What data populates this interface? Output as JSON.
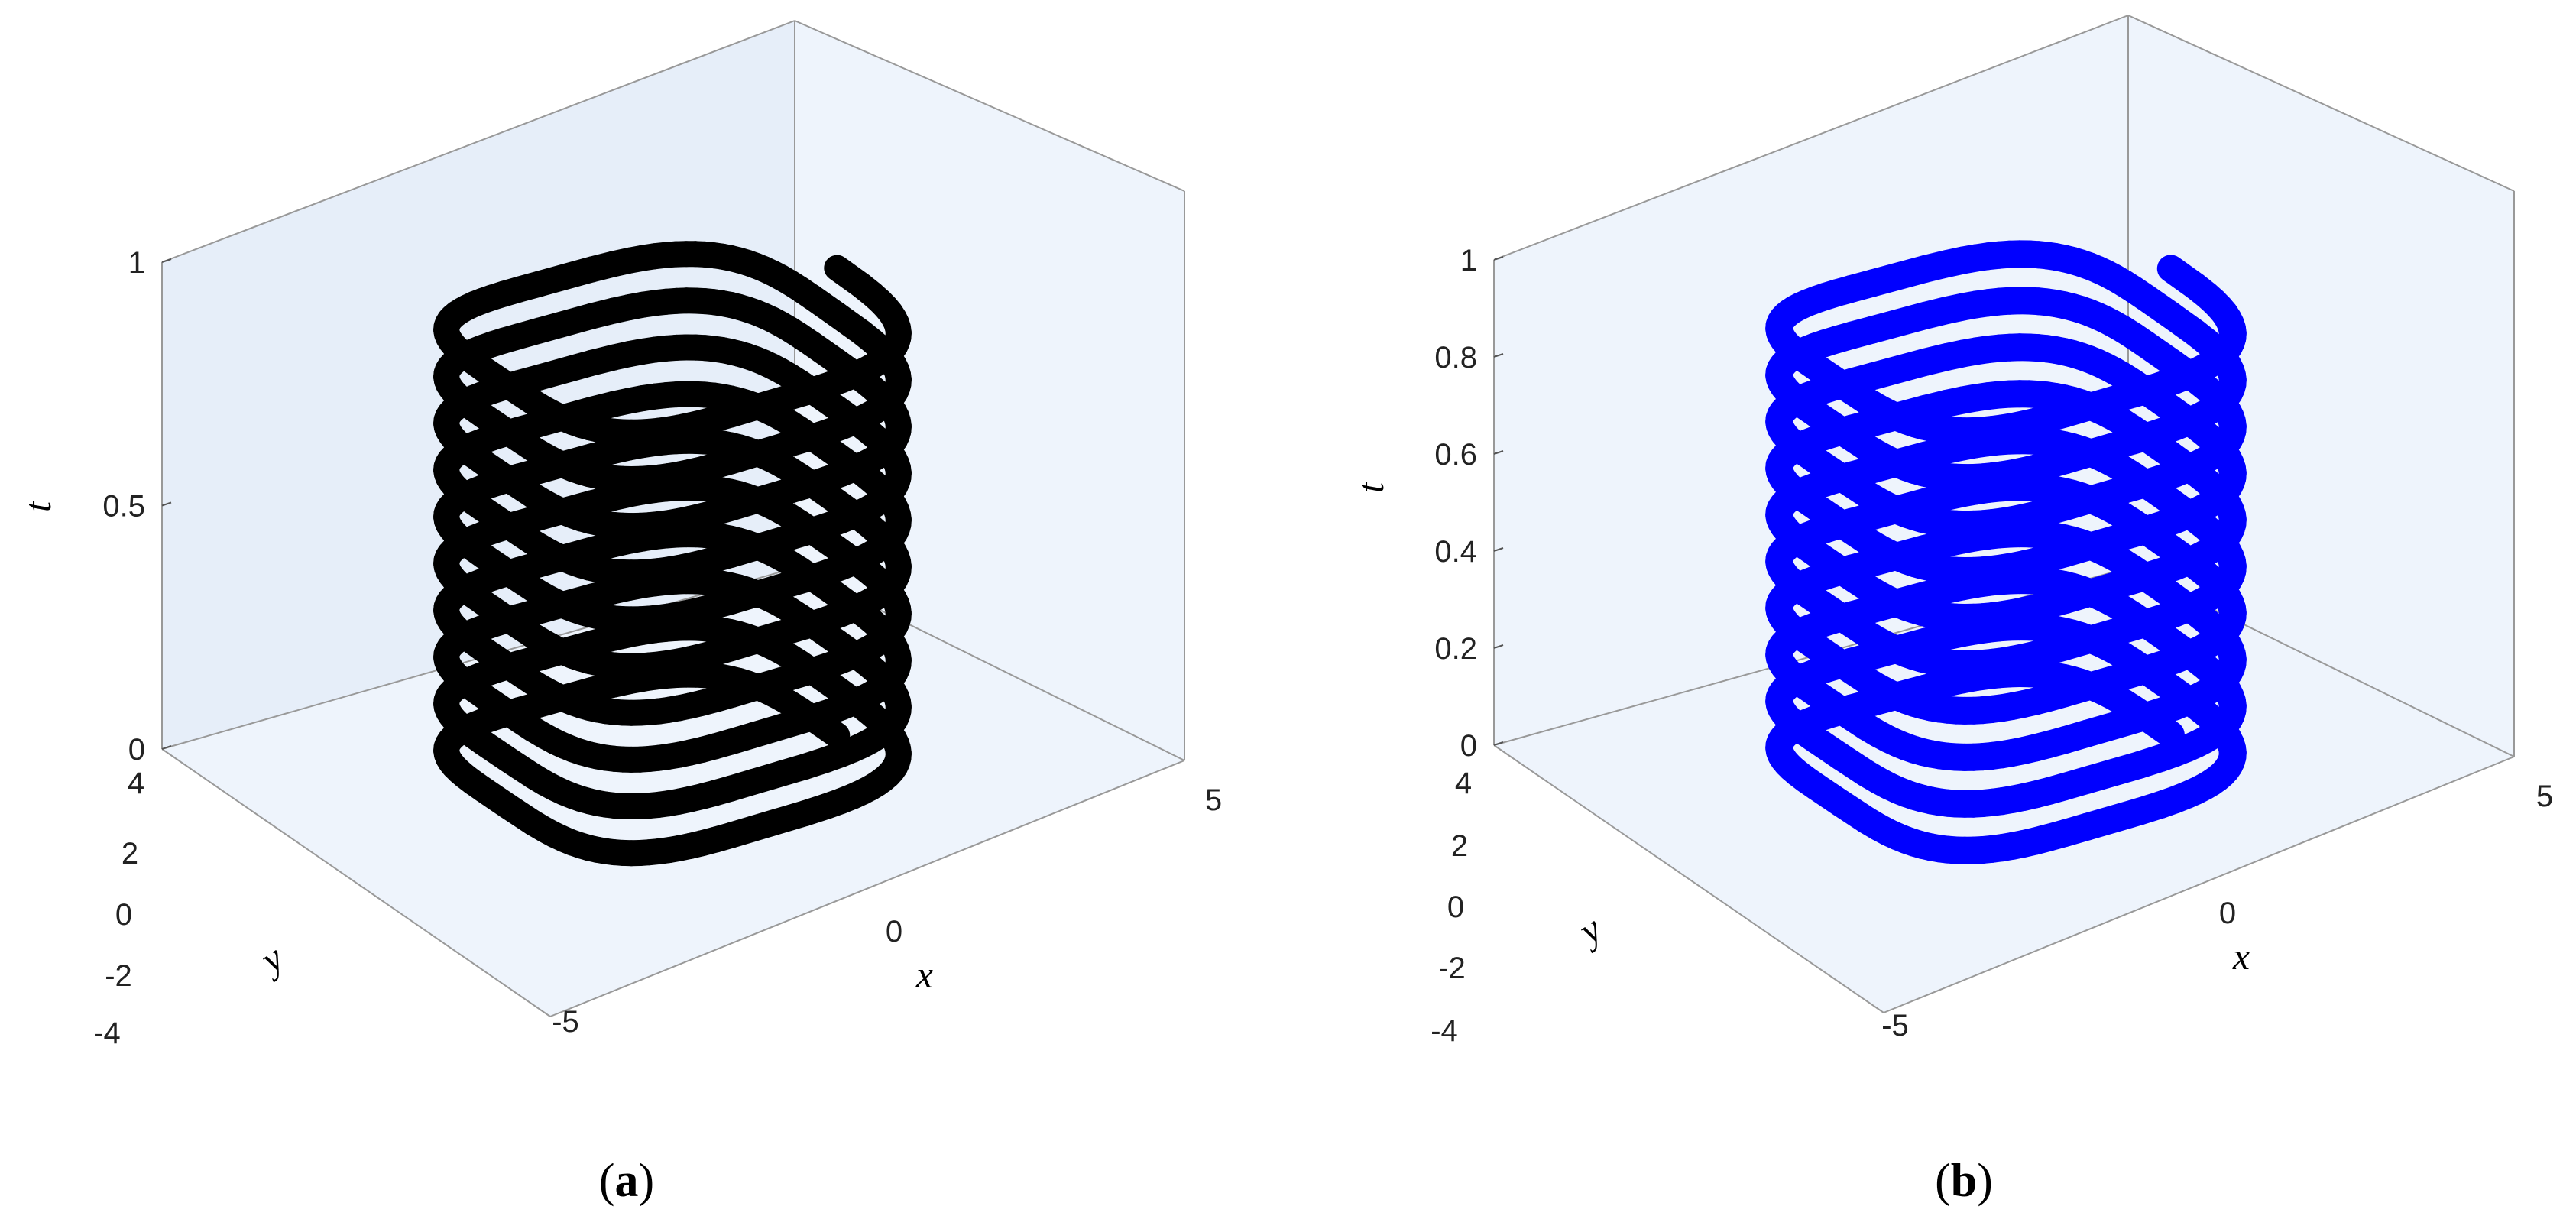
{
  "chart_data": [
    {
      "type": "scatter",
      "panel_label": "a",
      "color": "#000000",
      "pane_color": "#eef4fc",
      "axes": {
        "x": {
          "label": "x",
          "range": [
            -5,
            5
          ],
          "ticks": [
            -5,
            0,
            5
          ],
          "tick_labels": [
            "-5",
            "0",
            "5"
          ]
        },
        "y": {
          "label": "y",
          "range": [
            -4,
            4
          ],
          "ticks": [
            -4,
            -2,
            0,
            2,
            4
          ],
          "tick_labels": [
            "-4",
            "-2",
            "0",
            "2",
            "4"
          ]
        },
        "t": {
          "label": "t",
          "range": [
            0,
            1
          ],
          "ticks": [
            0,
            0.5,
            1
          ],
          "tick_labels": [
            "0",
            "0.5",
            "1"
          ]
        }
      },
      "grid": false,
      "series": [
        {
          "x_range": [
            -2.6,
            2.6
          ],
          "y_range": [
            -2.2,
            2.2
          ],
          "t_range": [
            0,
            1
          ],
          "loops": 10
        }
      ]
    },
    {
      "type": "scatter",
      "panel_label": "b",
      "color": "#0000ff",
      "pane_color": "#eef4fc",
      "axes": {
        "x": {
          "label": "x",
          "range": [
            -5,
            5
          ],
          "ticks": [
            -5,
            0,
            5
          ],
          "tick_labels": [
            "-5",
            "0",
            "5"
          ]
        },
        "y": {
          "label": "y",
          "range": [
            -4,
            4
          ],
          "ticks": [
            -4,
            -2,
            0,
            2,
            4
          ],
          "tick_labels": [
            "-4",
            "-2",
            "0",
            "2",
            "4"
          ]
        },
        "t": {
          "label": "t",
          "range": [
            0,
            1
          ],
          "ticks": [
            0,
            0.2,
            0.4,
            0.6,
            0.8,
            1
          ],
          "tick_labels": [
            "0",
            "0.2",
            "0.4",
            "0.6",
            "0.8",
            "1"
          ]
        }
      },
      "grid": false,
      "series": [
        {
          "x_range": [
            -2.6,
            2.6
          ],
          "y_range": [
            -2.2,
            2.2
          ],
          "t_range": [
            0,
            1
          ],
          "loops": 10
        }
      ]
    }
  ],
  "captions": [
    {
      "open": "(",
      "letter": "a",
      "close": ")"
    },
    {
      "open": "(",
      "letter": "b",
      "close": ")"
    }
  ]
}
